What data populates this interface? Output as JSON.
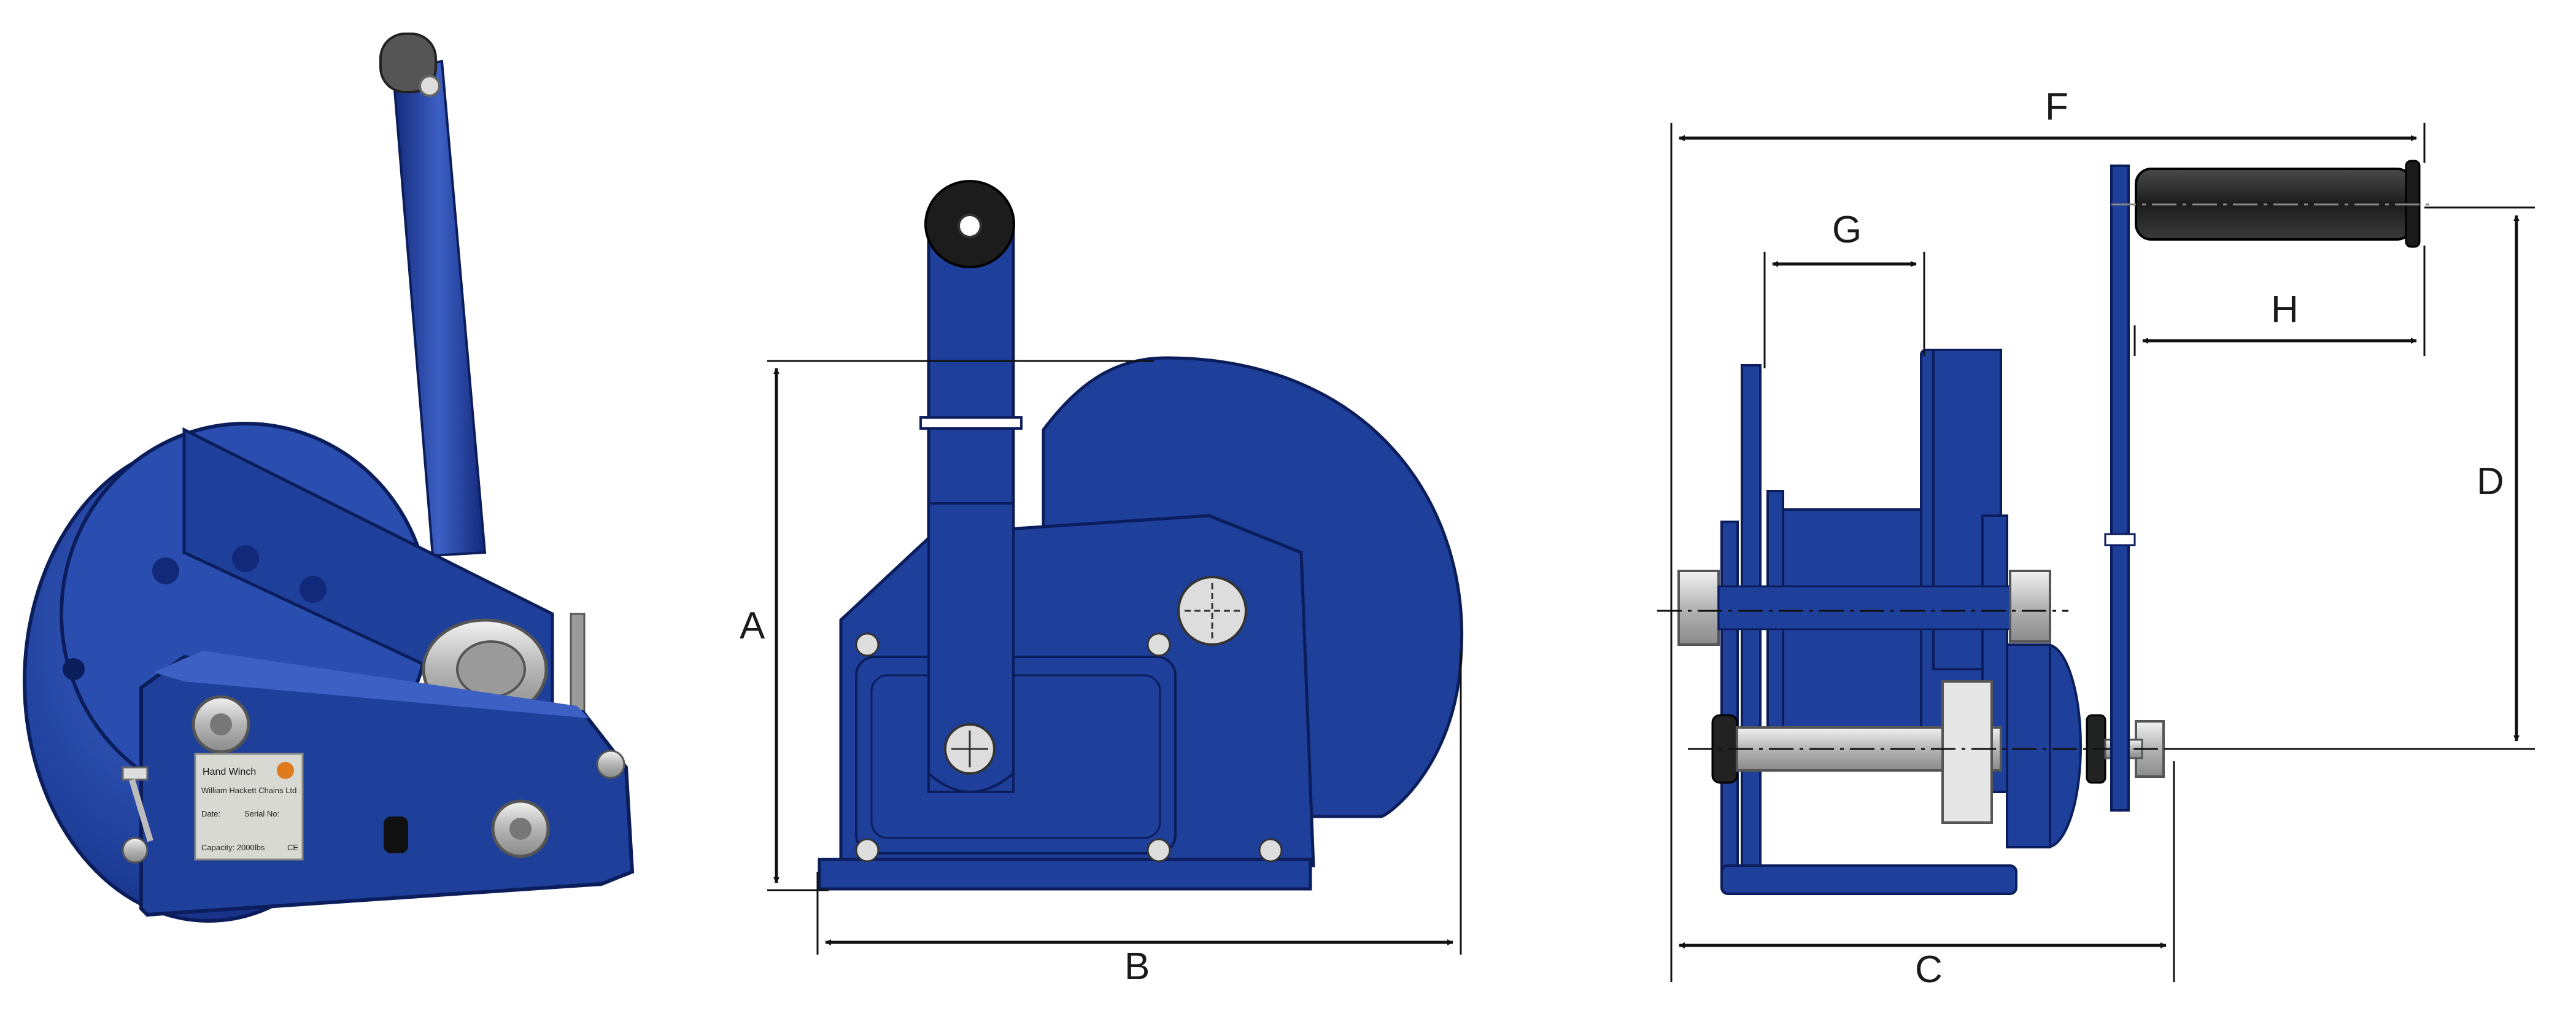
{
  "colors": {
    "winch_blue": "#1e3f9a",
    "winch_blue_dark": "#12297a",
    "winch_blue_light": "#3d60c4",
    "steel": "#c8c8c8",
    "handle_black": "#262626",
    "plate_silver": "#d9d9d4",
    "logo_orange": "#e07a1c",
    "dimension_line": "#111111"
  },
  "photo": {
    "nameplate": {
      "title": "Hand Winch",
      "maker": "William Hackett Chains Ltd",
      "date_label": "Date:",
      "serial_label": "Serial No:",
      "capacity": "Capacity: 2000lbs",
      "ce_mark": "CE"
    }
  },
  "dimensions": {
    "A": "A",
    "B": "B",
    "C": "C",
    "D": "D",
    "F": "F",
    "G": "G",
    "H": "H"
  }
}
